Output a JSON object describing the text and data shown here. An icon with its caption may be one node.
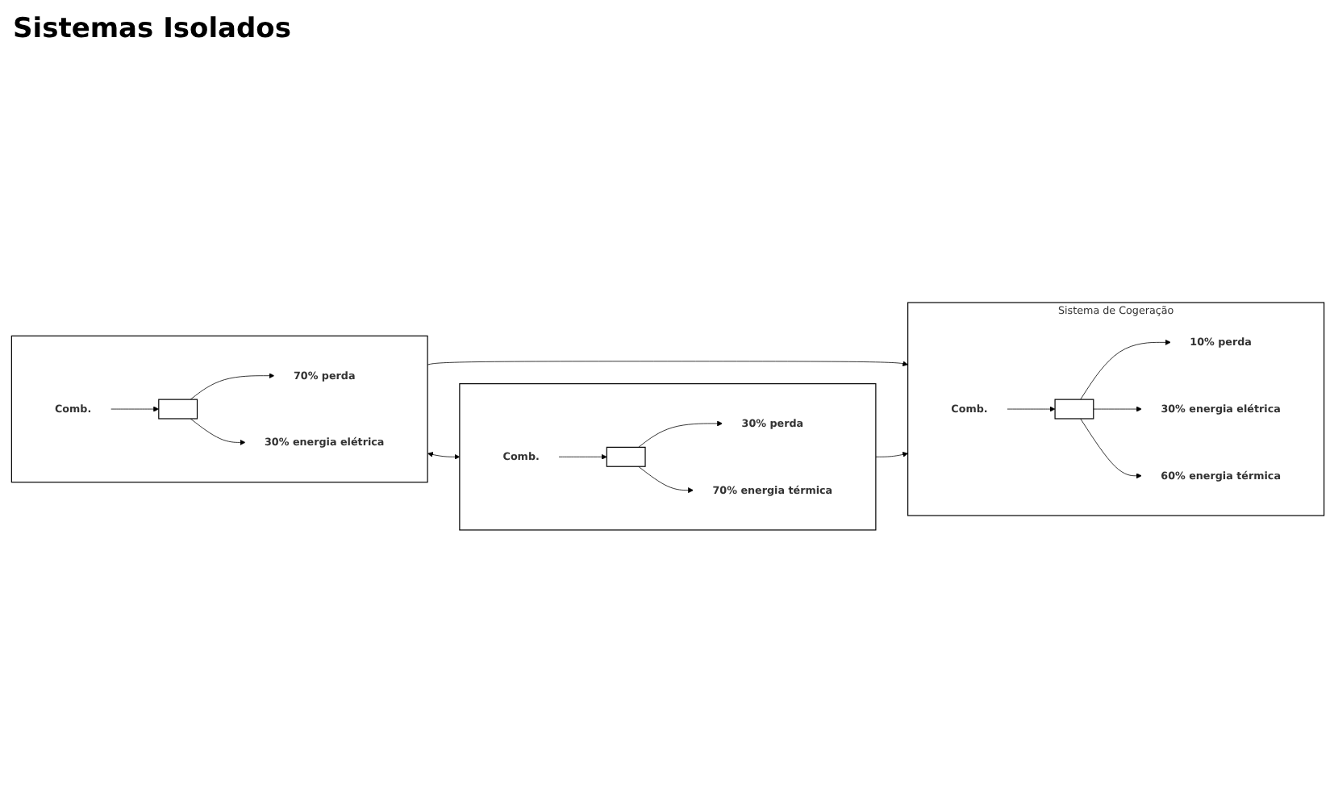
{
  "diagram": {
    "nodes": [
      {
        "text": [],
        "shape": "box"
      },
      {
        "text": [
          "Comb."
        ],
        "in": 0
      },
      {
        "text": [],
        "shape": "box",
        "in": 0
      },
      {
        "text": [
          "70% perda"
        ],
        "in": 0
      },
      {
        "text": [
          "30% energia elétrica"
        ],
        "in": 0
      },
      {
        "text": [],
        "shape": "box"
      },
      {
        "text": [
          "Comb."
        ],
        "in": 5
      },
      {
        "text": [],
        "shape": "box",
        "in": 5
      },
      {
        "text": [
          "30% perda"
        ],
        "in": 5
      },
      {
        "text": [
          "70% energia térmica"
        ],
        "in": 5
      },
      {
        "text": [
          "Sistema de Cogeração"
        ]
      },
      {
        "text": [
          "Comb."
        ],
        "in": 10
      },
      {
        "text": [],
        "shape": "box",
        "in": 10
      },
      {
        "text": [
          "10% perda"
        ],
        "in": 10
      },
      {
        "text": [
          "30% energia elétrica"
        ],
        "in": 10
      },
      {
        "text": [
          "60% energia térmica"
        ],
        "in": 10
      }
    ],
    "edges": [
      {
        "from": 1,
        "to": 2,
        "arrow": "to"
      },
      {
        "from": 2,
        "to": 3,
        "arrow": "to"
      },
      {
        "from": 2,
        "to": 4,
        "arrow": "to"
      },
      {
        "from": 6,
        "to": 7,
        "arrow": "to"
      },
      {
        "from": 7,
        "to": 8,
        "arrow": "to"
      },
      {
        "from": 7,
        "to": 9,
        "arrow": "to"
      },
      {
        "from": 11,
        "to": 12,
        "arrow": "to"
      },
      {
        "from": 12,
        "to": 13,
        "arrow": "to"
      },
      {
        "from": 12,
        "to": 14,
        "arrow": "to"
      },
      {
        "from": 12,
        "to": 15,
        "arrow": "to"
      },
      {
        "from": 0,
        "to": 5,
        "arrow": "both"
      },
      {
        "from": 0,
        "to": 10,
        "arrow": "to"
      },
      {
        "from": 5,
        "to": 10,
        "arrow": "to"
      }
    ],
    "labels": [
      "Sistemas Isolados"
    ]
  }
}
